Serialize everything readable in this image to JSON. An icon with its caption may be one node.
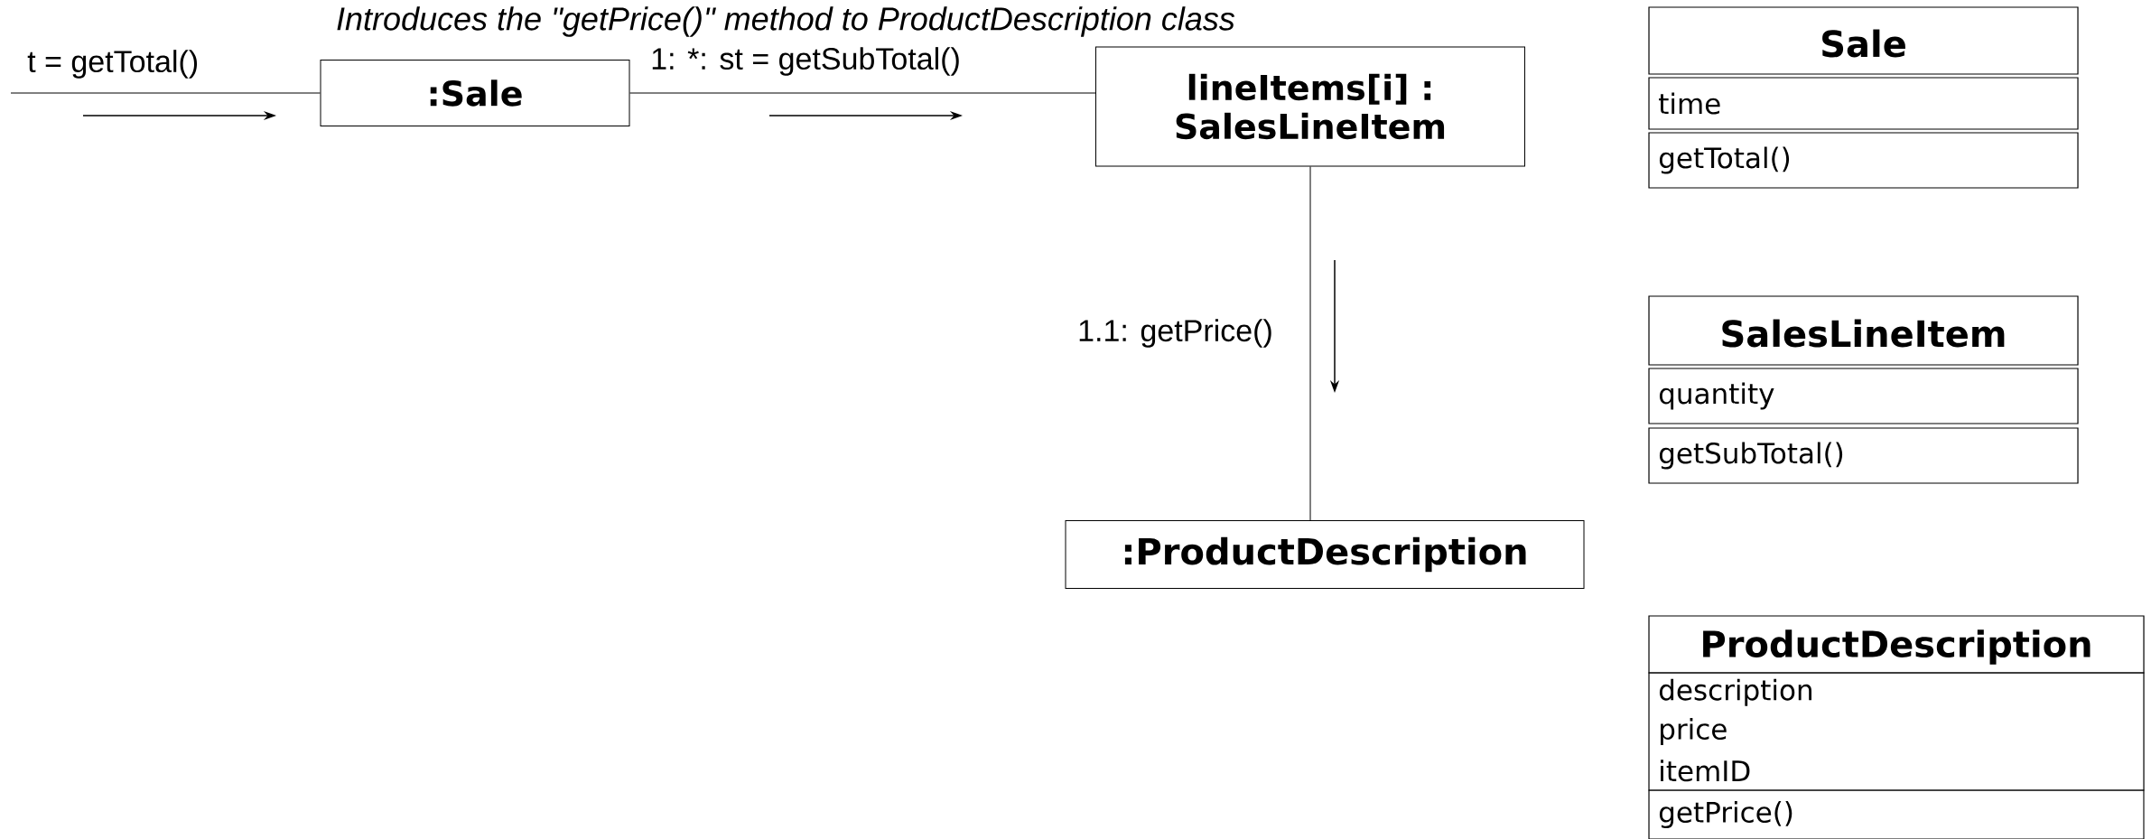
{
  "diagram": {
    "title": "Introduces the \"getPrice()\" method to ProductDescription class",
    "nodes": [
      {
        "text": [
          ":Sale"
        ]
      },
      {
        "text": [
          "lineItems[i] : SalesLineItem"
        ]
      },
      {
        "text": [
          ":ProductDescription"
        ]
      },
      {
        "text": [
          "Sale",
          "time",
          "getTotal()"
        ]
      },
      {
        "text": [
          "SalesLineItem",
          "quantity",
          "getSubTotal()"
        ]
      },
      {
        "text": [
          "ProductDescription",
          "description",
          "price",
          "itemID",
          "getPrice()"
        ]
      }
    ],
    "edges": [
      {
        "from": null,
        "to": 0,
        "arrow": "none",
        "label": "t = getTotal()"
      },
      {
        "from": 0,
        "to": 1,
        "arrow": "none",
        "label": "1: *: st = getSubTotal()"
      },
      {
        "from": 1,
        "to": 2,
        "arrow": "none",
        "label": "1.1: getPrice()"
      }
    ]
  }
}
